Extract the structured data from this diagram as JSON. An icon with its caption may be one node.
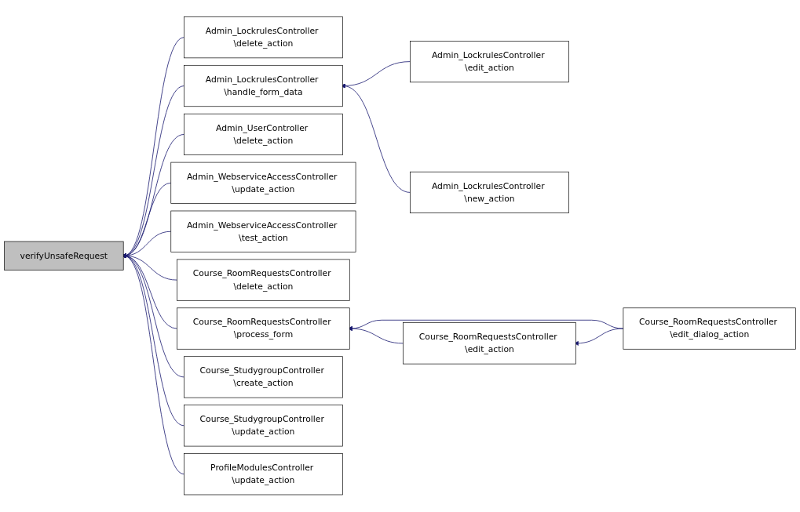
{
  "diagram": {
    "nodes": [
      {
        "text": [
          "verifyUnsafeRequest"
        ]
      },
      {
        "text": [
          "Admin_LockrulesController \\delete_action"
        ]
      },
      {
        "text": [
          "Admin_LockrulesController \\handle_form_data"
        ]
      },
      {
        "text": [
          "Admin_LockrulesController \\edit_action"
        ]
      },
      {
        "text": [
          "Admin_LockrulesController \\new_action"
        ]
      },
      {
        "text": [
          "Admin_UserController \\delete_action"
        ]
      },
      {
        "text": [
          "Admin_WebserviceAccessController \\update_action"
        ]
      },
      {
        "text": [
          "Admin_WebserviceAccessController \\test_action"
        ]
      },
      {
        "text": [
          "Course_RoomRequestsController \\delete_action"
        ]
      },
      {
        "text": [
          "Course_RoomRequestsController \\process_form"
        ]
      },
      {
        "text": [
          "Course_RoomRequestsController \\edit_action"
        ]
      },
      {
        "text": [
          "Course_RoomRequestsController \\edit_dialog_action"
        ]
      },
      {
        "text": [
          "Course_StudygroupController \\create_action"
        ]
      },
      {
        "text": [
          "Course_StudygroupController \\update_action"
        ]
      },
      {
        "text": [
          "ProfileModulesController \\update_action"
        ]
      }
    ],
    "edges": [
      {
        "from": 3,
        "to": 2,
        "arrow": "to"
      },
      {
        "from": 4,
        "to": 2,
        "arrow": "to"
      },
      {
        "from": 11,
        "to": 10,
        "arrow": "to"
      },
      {
        "from": 11,
        "to": 9,
        "arrow": "to"
      },
      {
        "from": 10,
        "to": 9,
        "arrow": "to"
      },
      {
        "from": 1,
        "to": 0,
        "arrow": "to"
      },
      {
        "from": 2,
        "to": 0,
        "arrow": "to"
      },
      {
        "from": 5,
        "to": 0,
        "arrow": "to"
      },
      {
        "from": 6,
        "to": 0,
        "arrow": "to"
      },
      {
        "from": 7,
        "to": 0,
        "arrow": "to"
      },
      {
        "from": 8,
        "to": 0,
        "arrow": "to"
      },
      {
        "from": 9,
        "to": 0,
        "arrow": "to"
      },
      {
        "from": 12,
        "to": 0,
        "arrow": "to"
      },
      {
        "from": 13,
        "to": 0,
        "arrow": "to"
      },
      {
        "from": 14,
        "to": 0,
        "arrow": "to"
      }
    ]
  }
}
